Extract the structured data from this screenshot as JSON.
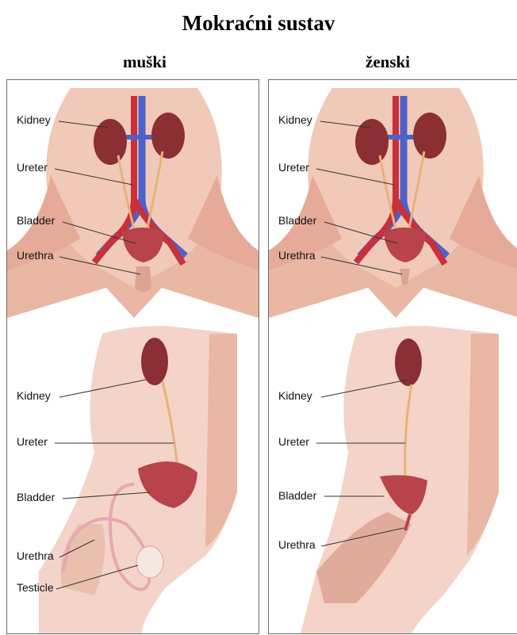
{
  "title": "Mokraćni sustav",
  "panels": [
    {
      "heading": "muški",
      "labels": {
        "kidney_top": "Kidney",
        "ureter_top": "Ureter",
        "bladder_top": "Bladder",
        "urethra_top": "Urethra",
        "kidney_bottom": "Kidney",
        "ureter_bottom": "Ureter",
        "bladder_bottom": "Bladder",
        "urethra_bottom": "Urethra",
        "testicle_bottom": "Testicle"
      }
    },
    {
      "heading": "ženski",
      "labels": {
        "kidney_top": "Kidney",
        "ureter_top": "Ureter",
        "bladder_top": "Bladder",
        "urethra_top": "Urethra",
        "kidney_bottom": "Kidney",
        "ureter_bottom": "Ureter",
        "bladder_bottom": "Bladder",
        "urethra_bottom": "Urethra"
      }
    }
  ],
  "colors": {
    "skin": "#f1c9b8",
    "skin_shadow": "#d9a896",
    "kidney": "#8b2f34",
    "bladder": "#b8434a",
    "vein": "#4d62c9",
    "artery": "#c8303a",
    "ureter": "#e8b27a"
  }
}
